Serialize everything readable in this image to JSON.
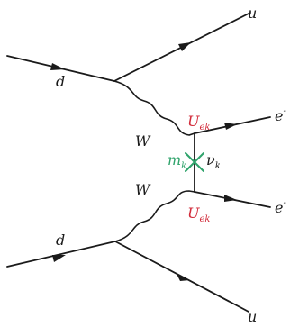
{
  "diagram": {
    "labels": {
      "quark_in_top": "d",
      "quark_in_bottom": "d",
      "quark_out_top": "u",
      "quark_out_bottom": "u",
      "w_top": "W",
      "w_bottom": "W",
      "electron_top": "e",
      "electron_bottom": "e",
      "electron_charge": "-",
      "mixing_top_main": "U",
      "mixing_top_sub": "ek",
      "mixing_bottom_main": "U",
      "mixing_bottom_sub": "ek",
      "mass_main": "m",
      "mass_sub": "k",
      "neutrino_main": "ν",
      "neutrino_sub": "k"
    },
    "colors": {
      "line": "#1a1a1a",
      "mixing": "#d22b3a",
      "mass_insertion": "#2fa36b"
    }
  }
}
